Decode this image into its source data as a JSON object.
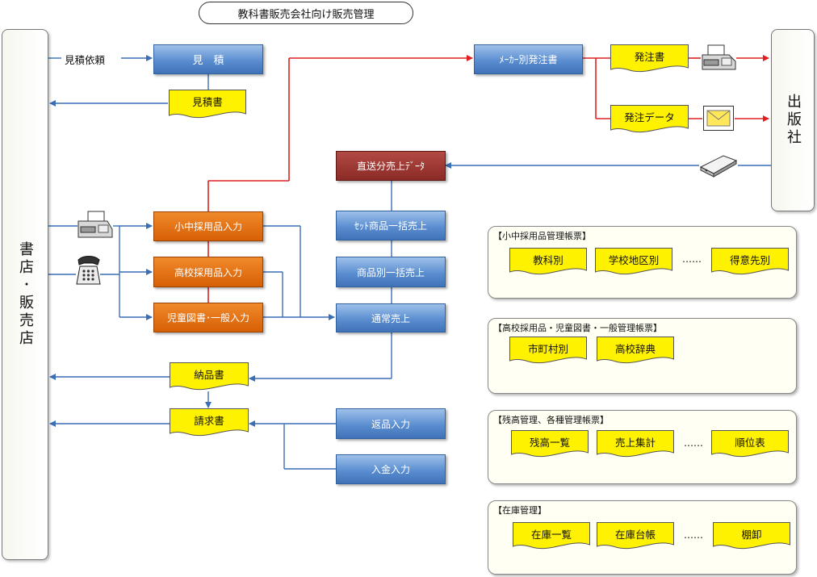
{
  "title": "教科書販売会社向け販売管理",
  "left_entity": "書店･販売店",
  "right_entity": "出版社",
  "label_request": "見積依頼",
  "processes": {
    "estimate": "見　積",
    "maker_order": "ﾒｰｶｰ別発注書",
    "direct_sales": "直送分売上ﾃﾞｰﾀ",
    "set_sales": "ｾｯﾄ商品一括売上",
    "product_sales": "商品別一括売上",
    "normal_sales": "通常売上",
    "elem_input": "小中採用品入力",
    "high_input": "高校採用品入力",
    "general_input": "児童図書･一般入力",
    "returns": "返品入力",
    "payment": "入金入力"
  },
  "documents": {
    "estimate_doc": "見積書",
    "order_doc": "発注書",
    "order_data": "発注データ",
    "delivery_doc": "納品書",
    "invoice_doc": "請求書"
  },
  "panels": [
    {
      "title": "【小中採用品管理帳票】",
      "items": [
        "教科別",
        "学校地区別",
        "得意先別"
      ],
      "ellipsis": "……"
    },
    {
      "title": "【高校採用品・児童図書・一般管理帳票】",
      "items": [
        "市町村別",
        "高校辞典"
      ],
      "ellipsis": ""
    },
    {
      "title": "【残高管理、各種管理帳票】",
      "items": [
        "残高一覧",
        "売上集計",
        "順位表"
      ],
      "ellipsis": "……"
    },
    {
      "title": "【在庫管理】",
      "items": [
        "在庫一覧",
        "在庫台帳",
        "棚卸"
      ],
      "ellipsis": "……"
    }
  ],
  "colors": {
    "flow_blue": "#3a6fb5",
    "flow_red": "#e02020",
    "doc_yellow": "#fff200",
    "proc_blue": "#5b8ed0",
    "proc_orange": "#e0700f",
    "proc_maroon": "#9b3530"
  },
  "icons": [
    "fax-icon",
    "phone-icon",
    "envelope-icon",
    "modem-icon"
  ]
}
